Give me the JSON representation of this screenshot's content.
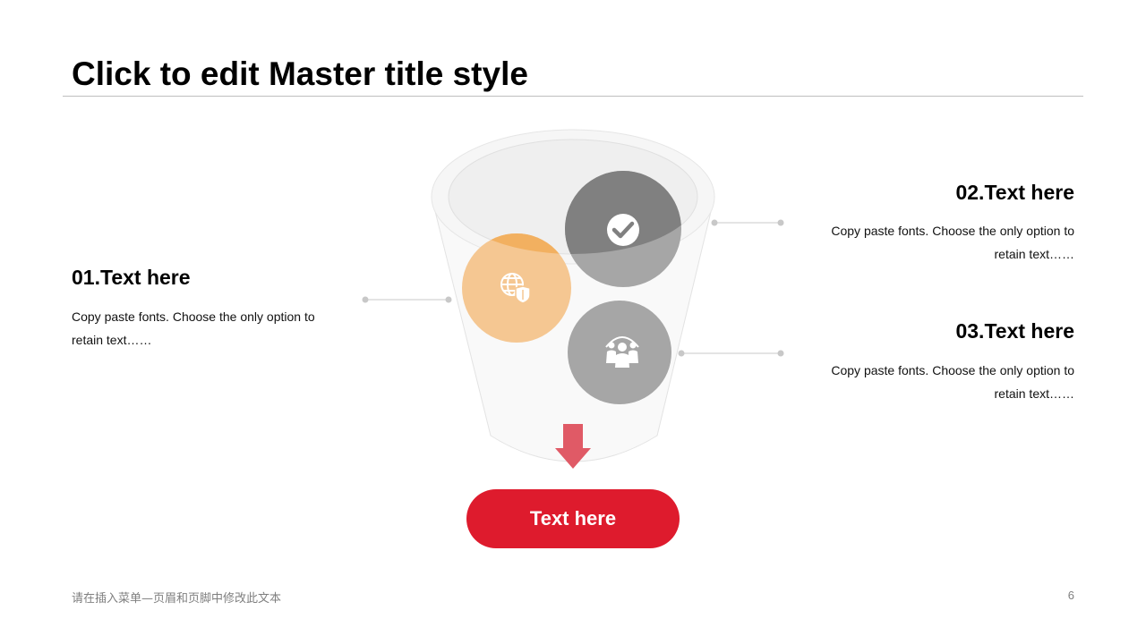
{
  "slide": {
    "title": "Click to edit Master title style",
    "items": [
      {
        "heading": "01.Text here",
        "body": "Copy paste fonts. Choose the only option to retain text……"
      },
      {
        "heading": "02.Text here",
        "body": "Copy paste fonts. Choose the only option to retain text……"
      },
      {
        "heading": "03.Text here",
        "body": "Copy paste fonts. Choose the only option to retain text……"
      }
    ],
    "cta_label": "Text here",
    "footer": "请在插入菜单—页眉和页脚中修改此文本",
    "page_number": "6"
  },
  "colors": {
    "accent_red": "#de1b2d",
    "arrow_red": "#e05a66",
    "orange": "#f5c792",
    "dark_gray": "#808080",
    "mid_gray": "#a6a6a6"
  },
  "icons": {
    "circle_1": "globe-shield-icon",
    "circle_2": "checkmark-icon",
    "circle_3": "team-icon"
  }
}
